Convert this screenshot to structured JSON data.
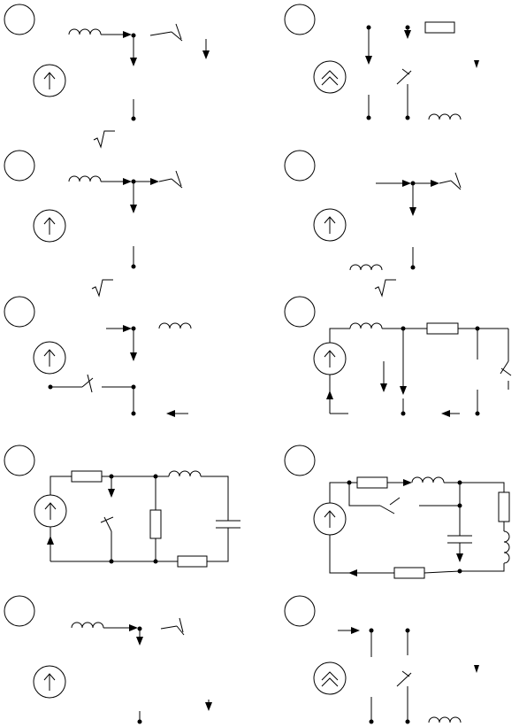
{
  "diagram": {
    "panels": [
      {
        "id": "p1",
        "source": "current-source"
      },
      {
        "id": "p2",
        "source": "voltage-source"
      },
      {
        "id": "p3",
        "source": "current-source"
      },
      {
        "id": "p4",
        "source": "current-source"
      },
      {
        "id": "p5",
        "source": "current-source"
      },
      {
        "id": "p6",
        "source": "current-source"
      },
      {
        "id": "p7",
        "source": "current-source"
      },
      {
        "id": "p8",
        "source": "current-source"
      },
      {
        "id": "p9",
        "source": "current-source"
      },
      {
        "id": "p10",
        "source": "voltage-source"
      }
    ],
    "stroke_color": "#000000",
    "background_color": "#ffffff"
  }
}
